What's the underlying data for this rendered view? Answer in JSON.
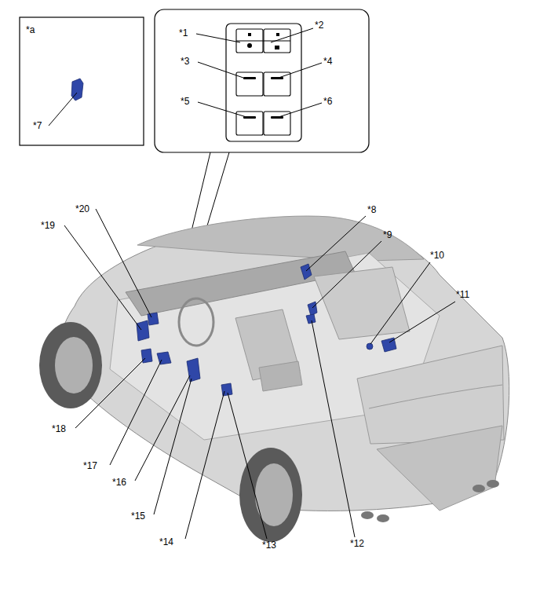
{
  "diagram": {
    "labels": [
      "*a",
      "*7",
      "*1",
      "*2",
      "*3",
      "*4",
      "*5",
      "*6",
      "*8",
      "*9",
      "*10",
      "*11",
      "*12",
      "*13",
      "*14",
      "*15",
      "*16",
      "*17",
      "*18",
      "*19",
      "*20"
    ]
  }
}
